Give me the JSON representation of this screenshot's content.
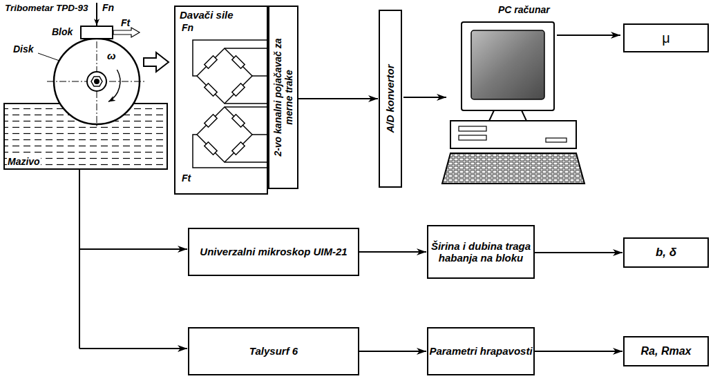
{
  "diagram": {
    "nodes": [
      {
        "text": [
          "Davači sile"
        ]
      },
      {
        "text": [
          "2-vo kanalni pojačavač za merne trake"
        ]
      },
      {
        "text": [
          "A/D konvertor"
        ]
      },
      {
        "text": [
          "μ"
        ]
      },
      {
        "text": [
          "Univerzalni mikroskop UIM-21"
        ]
      },
      {
        "text": [
          "Širina i dubina traga habanja na bloku"
        ]
      },
      {
        "text": [
          "b, δ"
        ]
      },
      {
        "text": [
          "Talysurf 6"
        ]
      },
      {
        "text": [
          "Parametri hrapavosti"
        ]
      },
      {
        "text": [
          "Ra, Rmax"
        ]
      }
    ],
    "edges": [
      {
        "from": 1,
        "to": 2,
        "arrow": "to"
      },
      {
        "from": 4,
        "to": 5,
        "arrow": "to"
      },
      {
        "from": 5,
        "to": 6,
        "arrow": "to"
      },
      {
        "from": 7,
        "to": 8,
        "arrow": "to"
      },
      {
        "from": 8,
        "to": 9,
        "arrow": "to"
      }
    ],
    "labels": [
      "Tribometar TPD-93",
      "Blok",
      "Fn",
      "Ft",
      "Disk",
      "ω",
      "Mazivo",
      "Fn",
      "Ft",
      "PC računar"
    ]
  }
}
